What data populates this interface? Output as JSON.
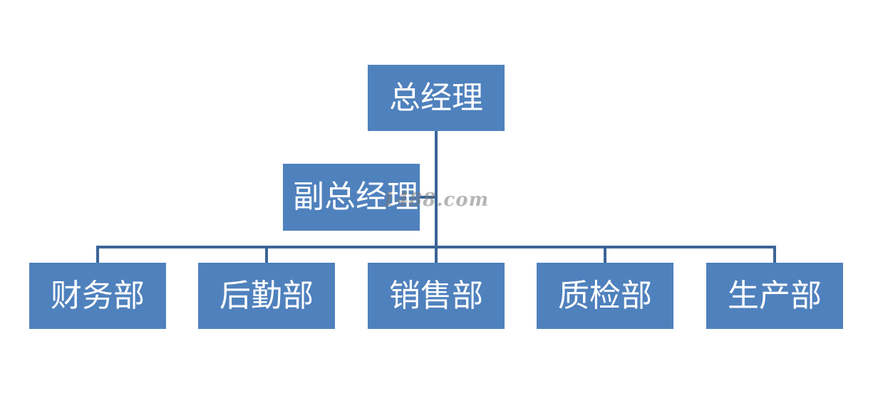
{
  "org_chart": {
    "top": {
      "label": "总经理"
    },
    "assistant": {
      "label": "副总经理"
    },
    "departments": [
      {
        "label": "财务部"
      },
      {
        "label": "后勤部"
      },
      {
        "label": "销售部"
      },
      {
        "label": "质检部"
      },
      {
        "label": "生产部"
      }
    ]
  },
  "watermark": {
    "text": "1488.com"
  },
  "colors": {
    "node_fill": "#4f81bd",
    "node_text": "#ffffff",
    "connector": "#3a6596"
  }
}
